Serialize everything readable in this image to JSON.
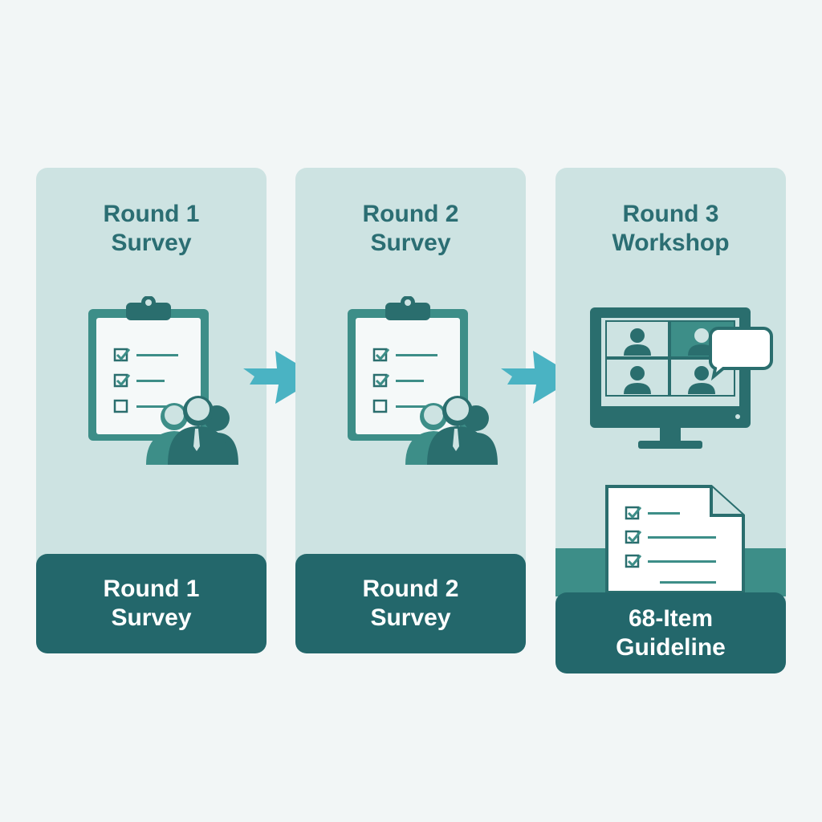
{
  "steps": [
    {
      "title_line1": "Round 1",
      "title_line2": "Survey",
      "footer_line1": "Round 1",
      "footer_line2": "Survey",
      "icon": "clipboard-checklist-with-people-icon"
    },
    {
      "title_line1": "Round 2",
      "title_line2": "Survey",
      "footer_line1": "Round 2",
      "footer_line2": "Survey",
      "icon": "clipboard-checklist-with-people-icon"
    },
    {
      "title_line1": "Round 3",
      "title_line2": "Workshop",
      "footer_line1": "68-Item",
      "footer_line2": "Guideline",
      "icon": "video-conference-monitor-icon"
    }
  ],
  "output_icon": "checklist-document-icon",
  "connector_icon": "right-arrow-icon",
  "colors": {
    "background": "#f2f6f6",
    "panel": "#cde3e2",
    "footer": "#23676b",
    "title_text": "#2b6e73",
    "arrow": "#4ab3c3",
    "icon_dark": "#2a6e6e",
    "icon_mid": "#3d8e88"
  }
}
